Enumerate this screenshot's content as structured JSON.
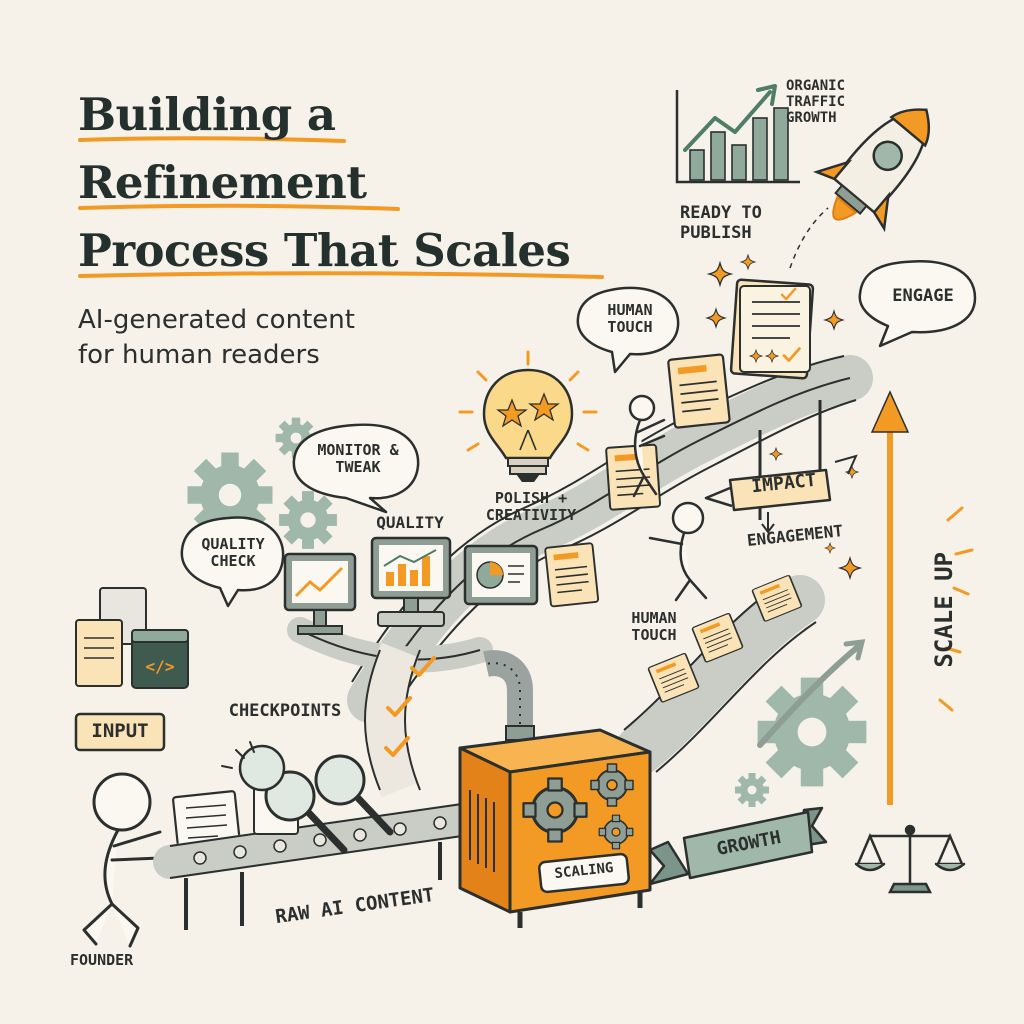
{
  "title": {
    "line1": "Building a",
    "line2": "Refinement",
    "line3": "Process That Scales"
  },
  "subtitle": "AI-generated content\nfor human readers",
  "labels": {
    "organic_traffic_growth": "ORGANIC\nTRAFFIC\nGROWTH",
    "ready_to_publish": "READY TO\nPUBLISH",
    "engage": "ENGAGE",
    "human_touch_top": "HUMAN\nTOUCH",
    "monitor_tweak": "MONITOR &\nTWEAK",
    "polish_creativity": "POLISH +\nCREATIVITY",
    "impact": "IMPACT",
    "engagement": "ENGAGEMENT",
    "quality_check": "QUALITY\nCHECK",
    "quality": "QUALITY",
    "human_touch_mid": "HUMAN\nTOUCH",
    "scale_up": "SCALE UP",
    "input": "INPUT",
    "checkpoints": "CHECKPOINTS",
    "scaling": "SCALING",
    "growth": "GROWTH",
    "raw_ai_content": "RAW AI CONTENT",
    "founder": "FOUNDER"
  },
  "colors": {
    "background": "#f6f2ea",
    "accent_orange": "#f39a25",
    "sage": "#8fa99a",
    "ink": "#2b2f2e",
    "paper": "#fbe3b8"
  },
  "icons": [
    "rocket-icon",
    "lightbulb-icon",
    "gear-icon",
    "magnifier-icon",
    "balance-scale-icon",
    "code-window-icon",
    "document-icon",
    "monitor-chart-icon",
    "growth-chart-icon"
  ]
}
